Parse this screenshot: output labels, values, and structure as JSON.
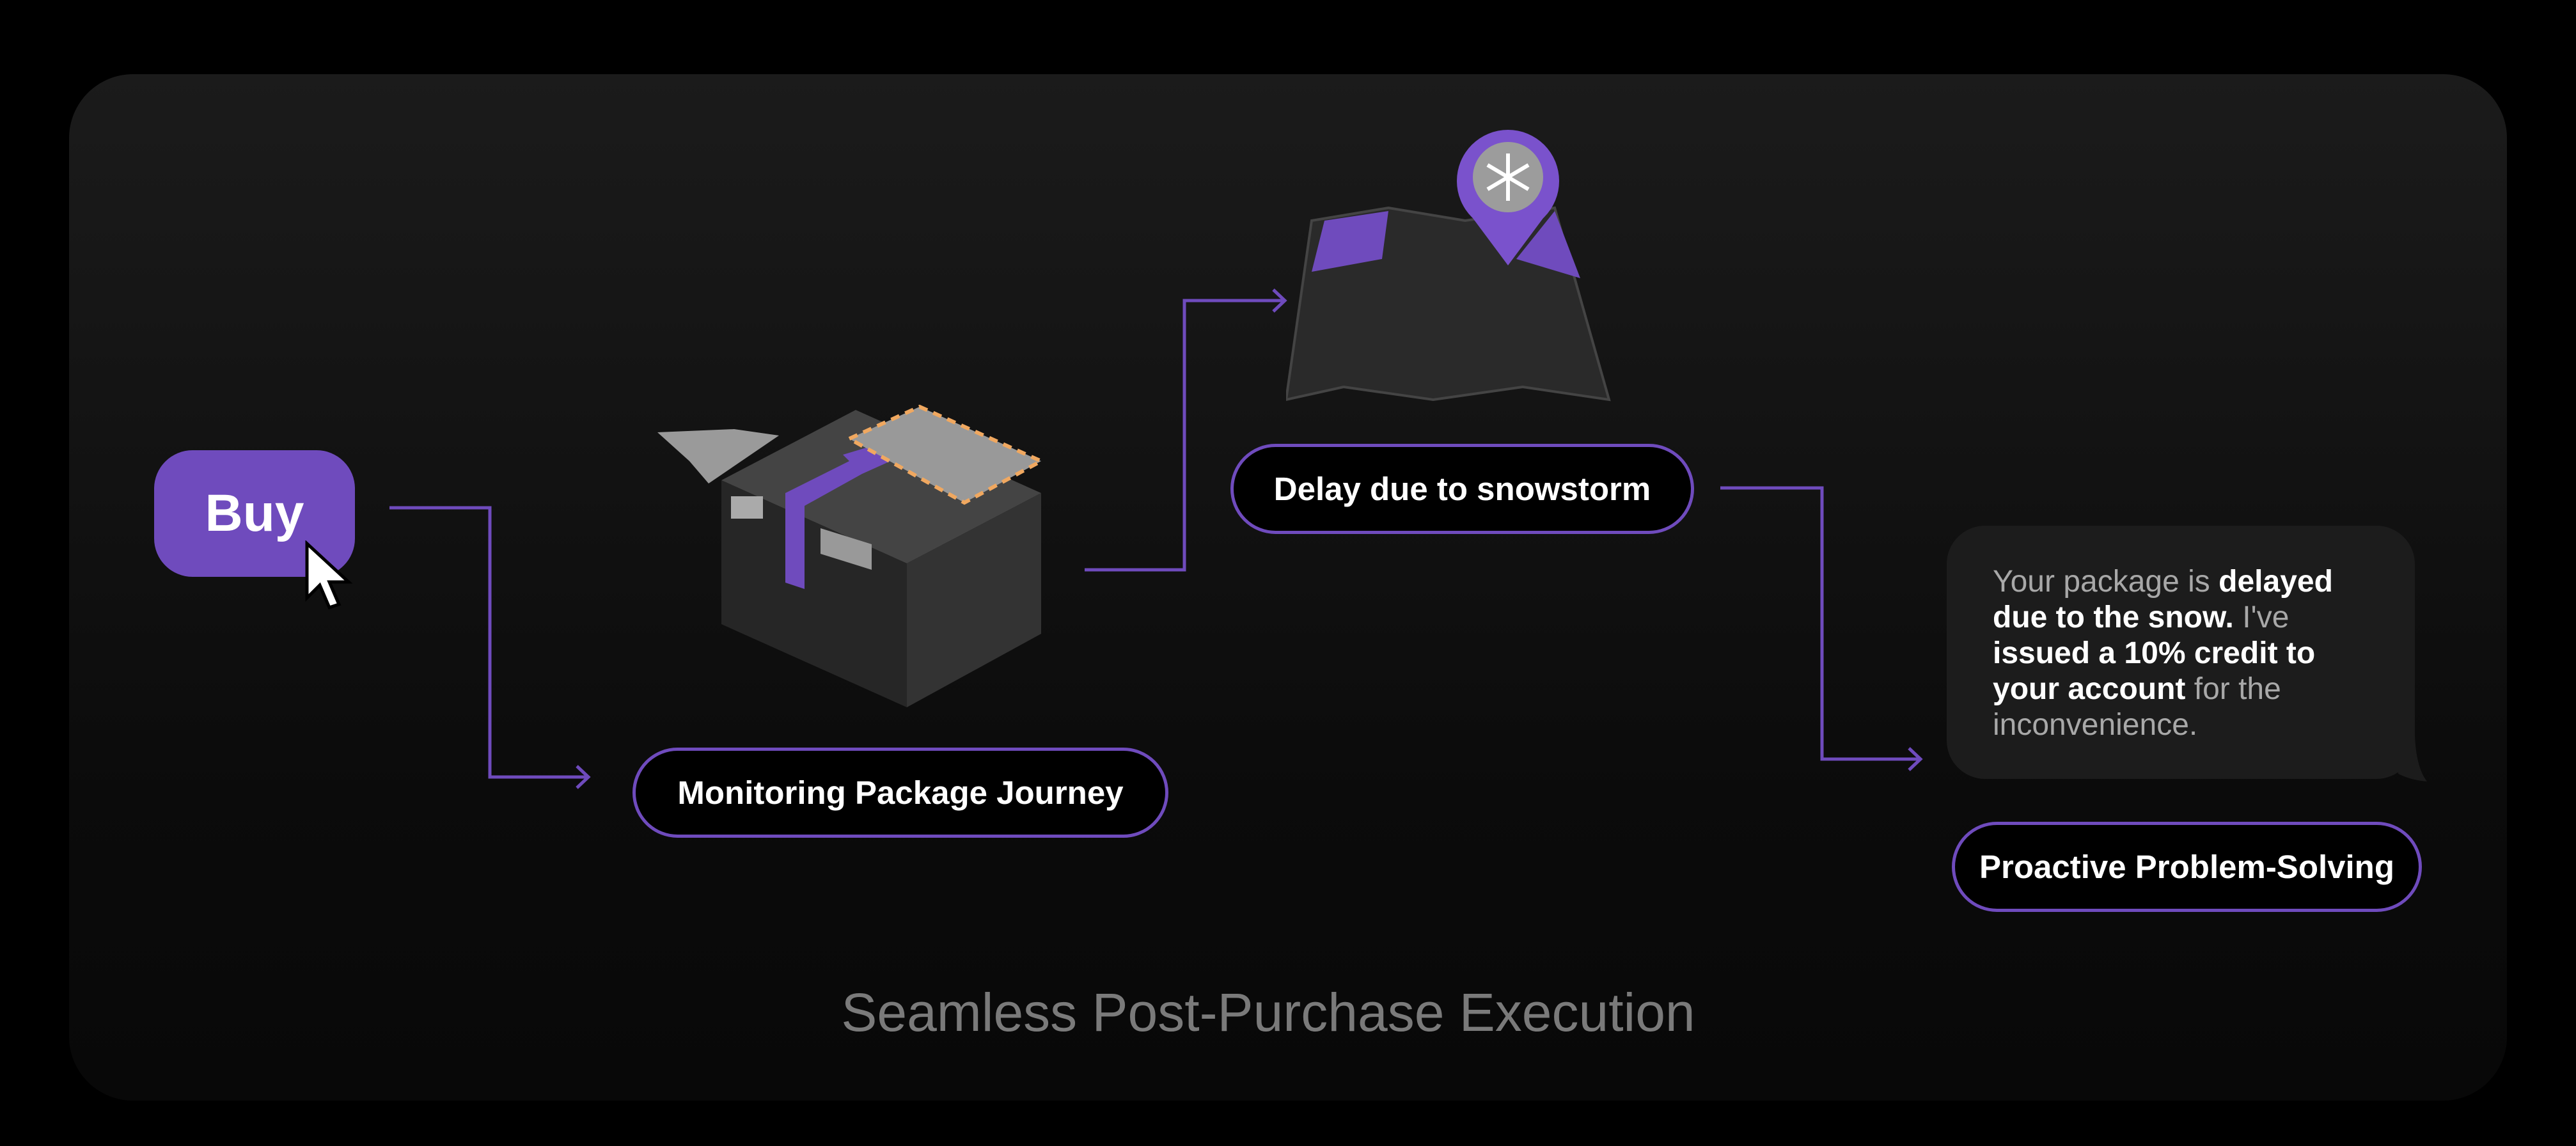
{
  "buy_button": {
    "label": "Buy"
  },
  "steps": [
    {
      "label": "Monitoring Package Journey",
      "icon": "package-box-icon"
    },
    {
      "label": "Delay due to snowstorm",
      "icon": "map-snowflake-pin-icon"
    },
    {
      "label": "Proactive Problem-Solving",
      "icon": "chat-bubble-icon"
    }
  ],
  "message": {
    "p1": "Your package is ",
    "b1": "delayed due to the snow.",
    "p2": " I've ",
    "b2": "issued a 10% credit to your account",
    "p3": " for the inconvenience."
  },
  "title": "Seamless Post-Purchase Execution",
  "colors": {
    "accent": "#6f4bbd",
    "background": "#000000",
    "panel": "#1b1b1b"
  }
}
